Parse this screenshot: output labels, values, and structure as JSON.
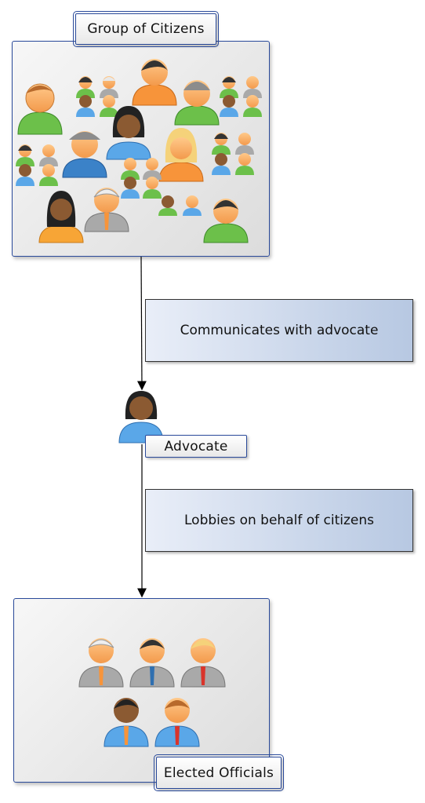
{
  "citizens": {
    "label": "Group of Citizens"
  },
  "edge1": {
    "label": "Communicates with advocate"
  },
  "advocate": {
    "label": "Advocate"
  },
  "edge2": {
    "label": "Lobbies on behalf of citizens"
  },
  "officials": {
    "label": "Elected Officials"
  },
  "colors": {
    "border": "#2a4a9a",
    "note_start": "#e9eef8",
    "note_end": "#b7c8e2",
    "skin": "#f6a860",
    "skin_dark": "#8b5a32",
    "shirt_green": "#6cc04a",
    "shirt_blue": "#5aa7e8",
    "shirt_orange": "#f7943a",
    "suit_grey": "#a9a9a9"
  }
}
